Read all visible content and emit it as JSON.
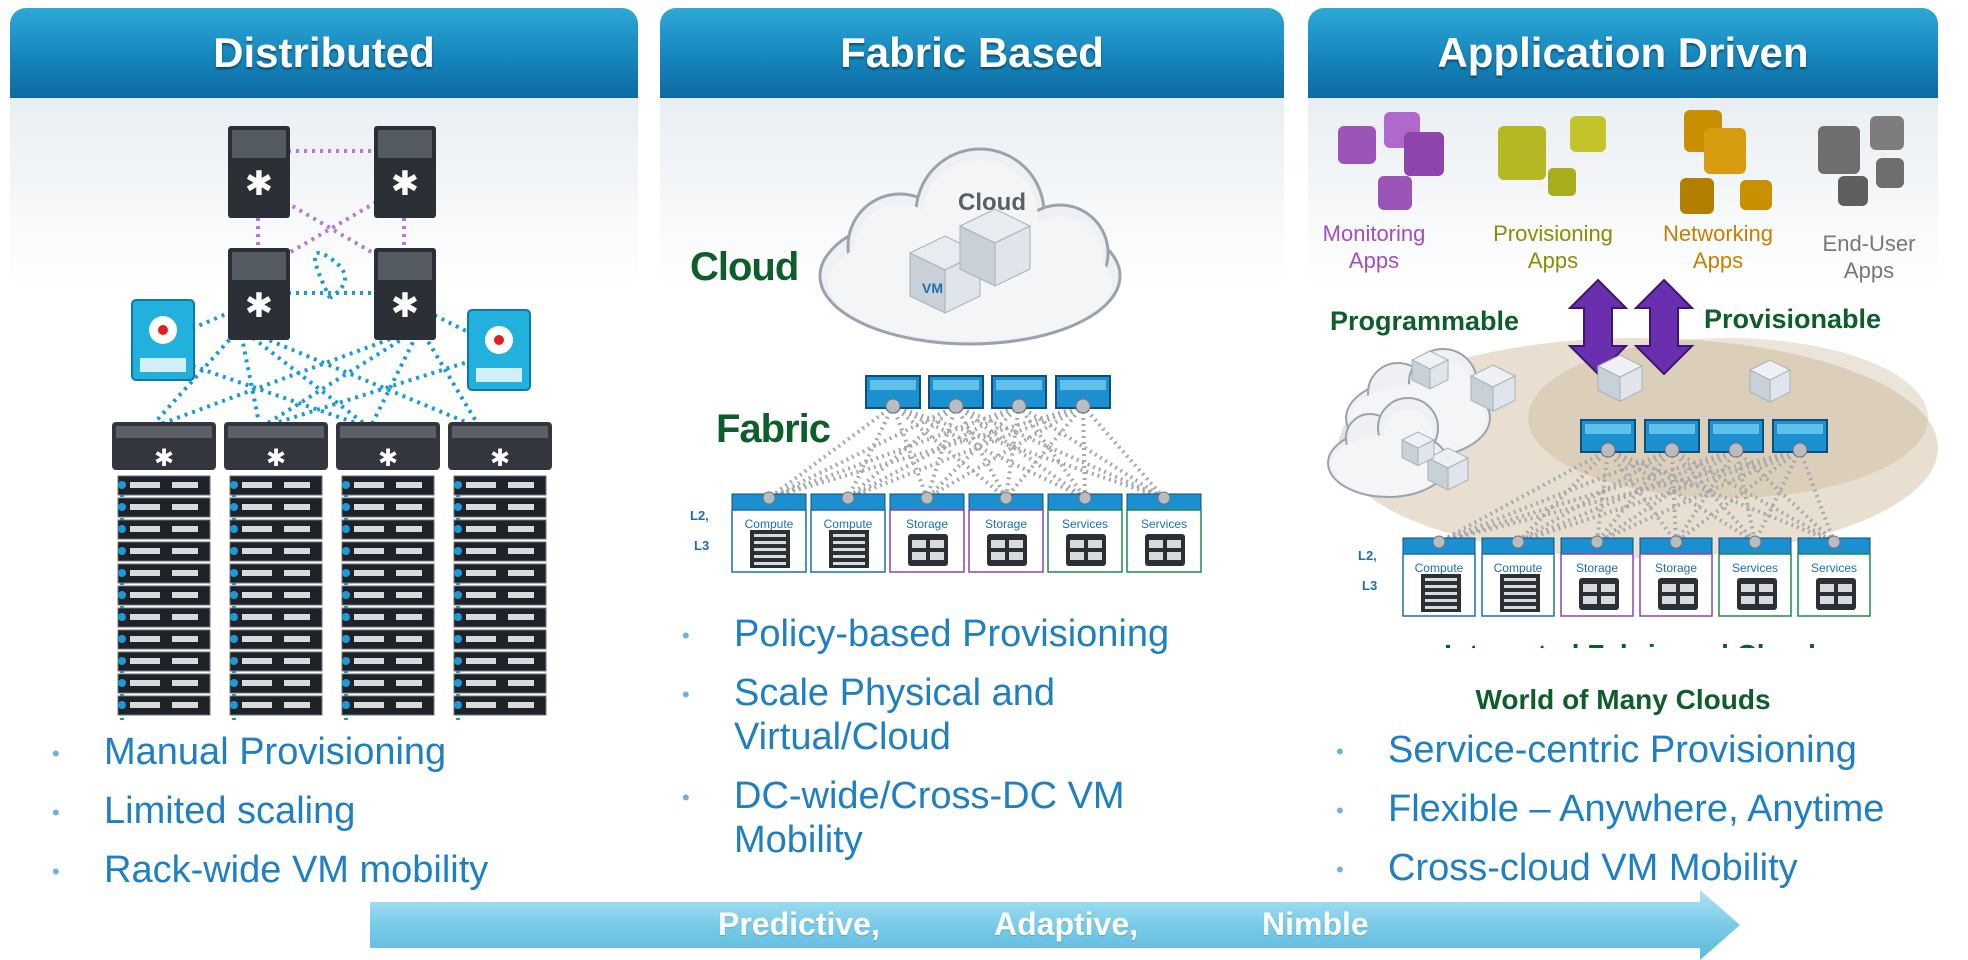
{
  "panels": [
    {
      "title": "Distributed",
      "bullets": [
        "Manual Provisioning",
        "Limited scaling",
        "Rack-wide VM mobility"
      ]
    },
    {
      "title": "Fabric Based",
      "labels": {
        "cloud_word": "Cloud",
        "cloud_inside": "Cloud",
        "fabric": "Fabric",
        "layer_a": "L2,",
        "layer_b": "L3",
        "vm": "VM"
      },
      "bullets": [
        "Policy-based Provisioning",
        "Scale Physical and Virtual/Cloud",
        "DC-wide/Cross-DC VM Mobility"
      ]
    },
    {
      "title": "Application Driven",
      "apps": [
        {
          "line1": "Monitoring",
          "line2": "Apps",
          "color": "#a04fc0"
        },
        {
          "line1": "Provisioning",
          "line2": "Apps",
          "color": "#8c8c00"
        },
        {
          "line1": "Networking",
          "line2": "Apps",
          "color": "#c87e00"
        },
        {
          "line1": "End-User",
          "line2": "Apps",
          "color": "#777777"
        }
      ],
      "programmable": "Programmable",
      "provisionable": "Provisionable",
      "layer_a": "L2,",
      "layer_b": "L3",
      "caption1": "Integrated Fabric and Cloud",
      "caption2": "World of Many Clouds",
      "bullets": [
        "Service-centric Provisioning",
        "Flexible – Anywhere, Anytime",
        "Cross-cloud VM Mobility"
      ]
    }
  ],
  "server_modules": [
    "Compute",
    "Compute",
    "Storage",
    "Storage",
    "Services",
    "Services"
  ],
  "arrow": {
    "words": [
      "Predictive,",
      "Adaptive,",
      "Nimble"
    ]
  },
  "colors": {
    "accent": "#1586bd",
    "bullet_text": "#1e7fc2",
    "green_label": "#0d5e2b",
    "link_dots": "#1a9ad6",
    "arrow": "#6ec7e6"
  }
}
